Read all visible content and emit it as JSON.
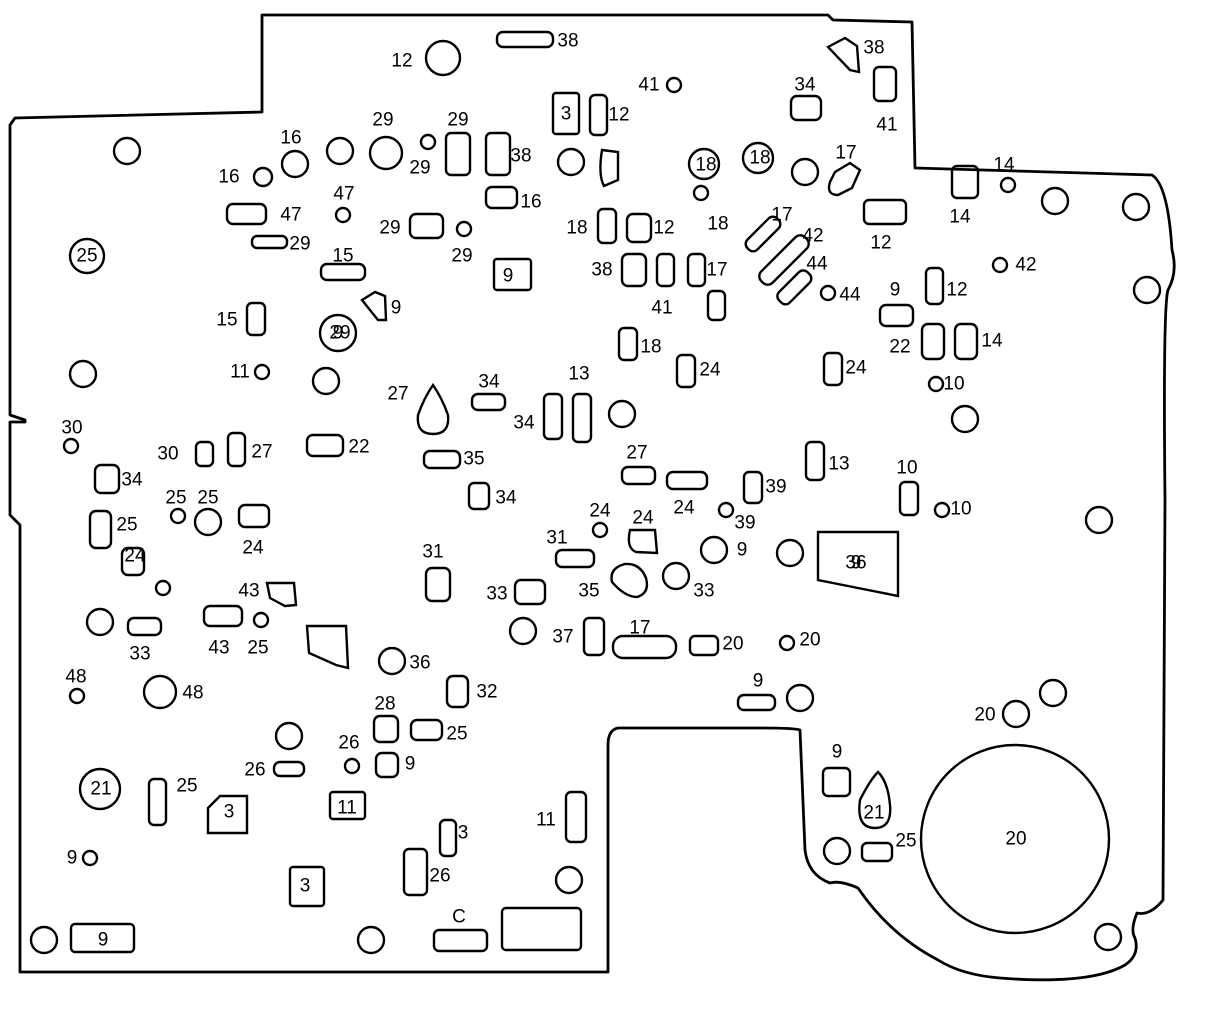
{
  "title": "",
  "plate_letter": "C",
  "labels": [
    "12",
    "38",
    "38",
    "41",
    "34",
    "41",
    "3",
    "12",
    "29",
    "29",
    "29",
    "16",
    "16",
    "47",
    "47",
    "29",
    "29",
    "29",
    "38",
    "16",
    "18",
    "18",
    "18",
    "12",
    "18",
    "38",
    "41",
    "17",
    "17",
    "42",
    "44",
    "44",
    "17",
    "12",
    "14",
    "14",
    "42",
    "9",
    "12",
    "22",
    "14",
    "9",
    "15",
    "15",
    "9",
    "29",
    "11",
    "27",
    "34",
    "34",
    "13",
    "18",
    "24",
    "24",
    "10",
    "30",
    "30",
    "27",
    "22",
    "35",
    "34",
    "34",
    "25",
    "25",
    "25",
    "24",
    "24",
    "27",
    "24",
    "39",
    "24",
    "24",
    "10",
    "10",
    "13",
    "31",
    "31",
    "39",
    "9",
    "36",
    "35",
    "33",
    "33",
    "43",
    "43",
    "25",
    "33",
    "37",
    "17",
    "20",
    "20",
    "48",
    "48",
    "36",
    "32",
    "9",
    "28",
    "25",
    "26",
    "26",
    "9",
    "20",
    "9",
    "25",
    "3",
    "11",
    "11",
    "3",
    "26",
    "3",
    "25",
    "21",
    "20",
    "21",
    "25",
    "9",
    "9",
    "9",
    "9",
    "C"
  ]
}
